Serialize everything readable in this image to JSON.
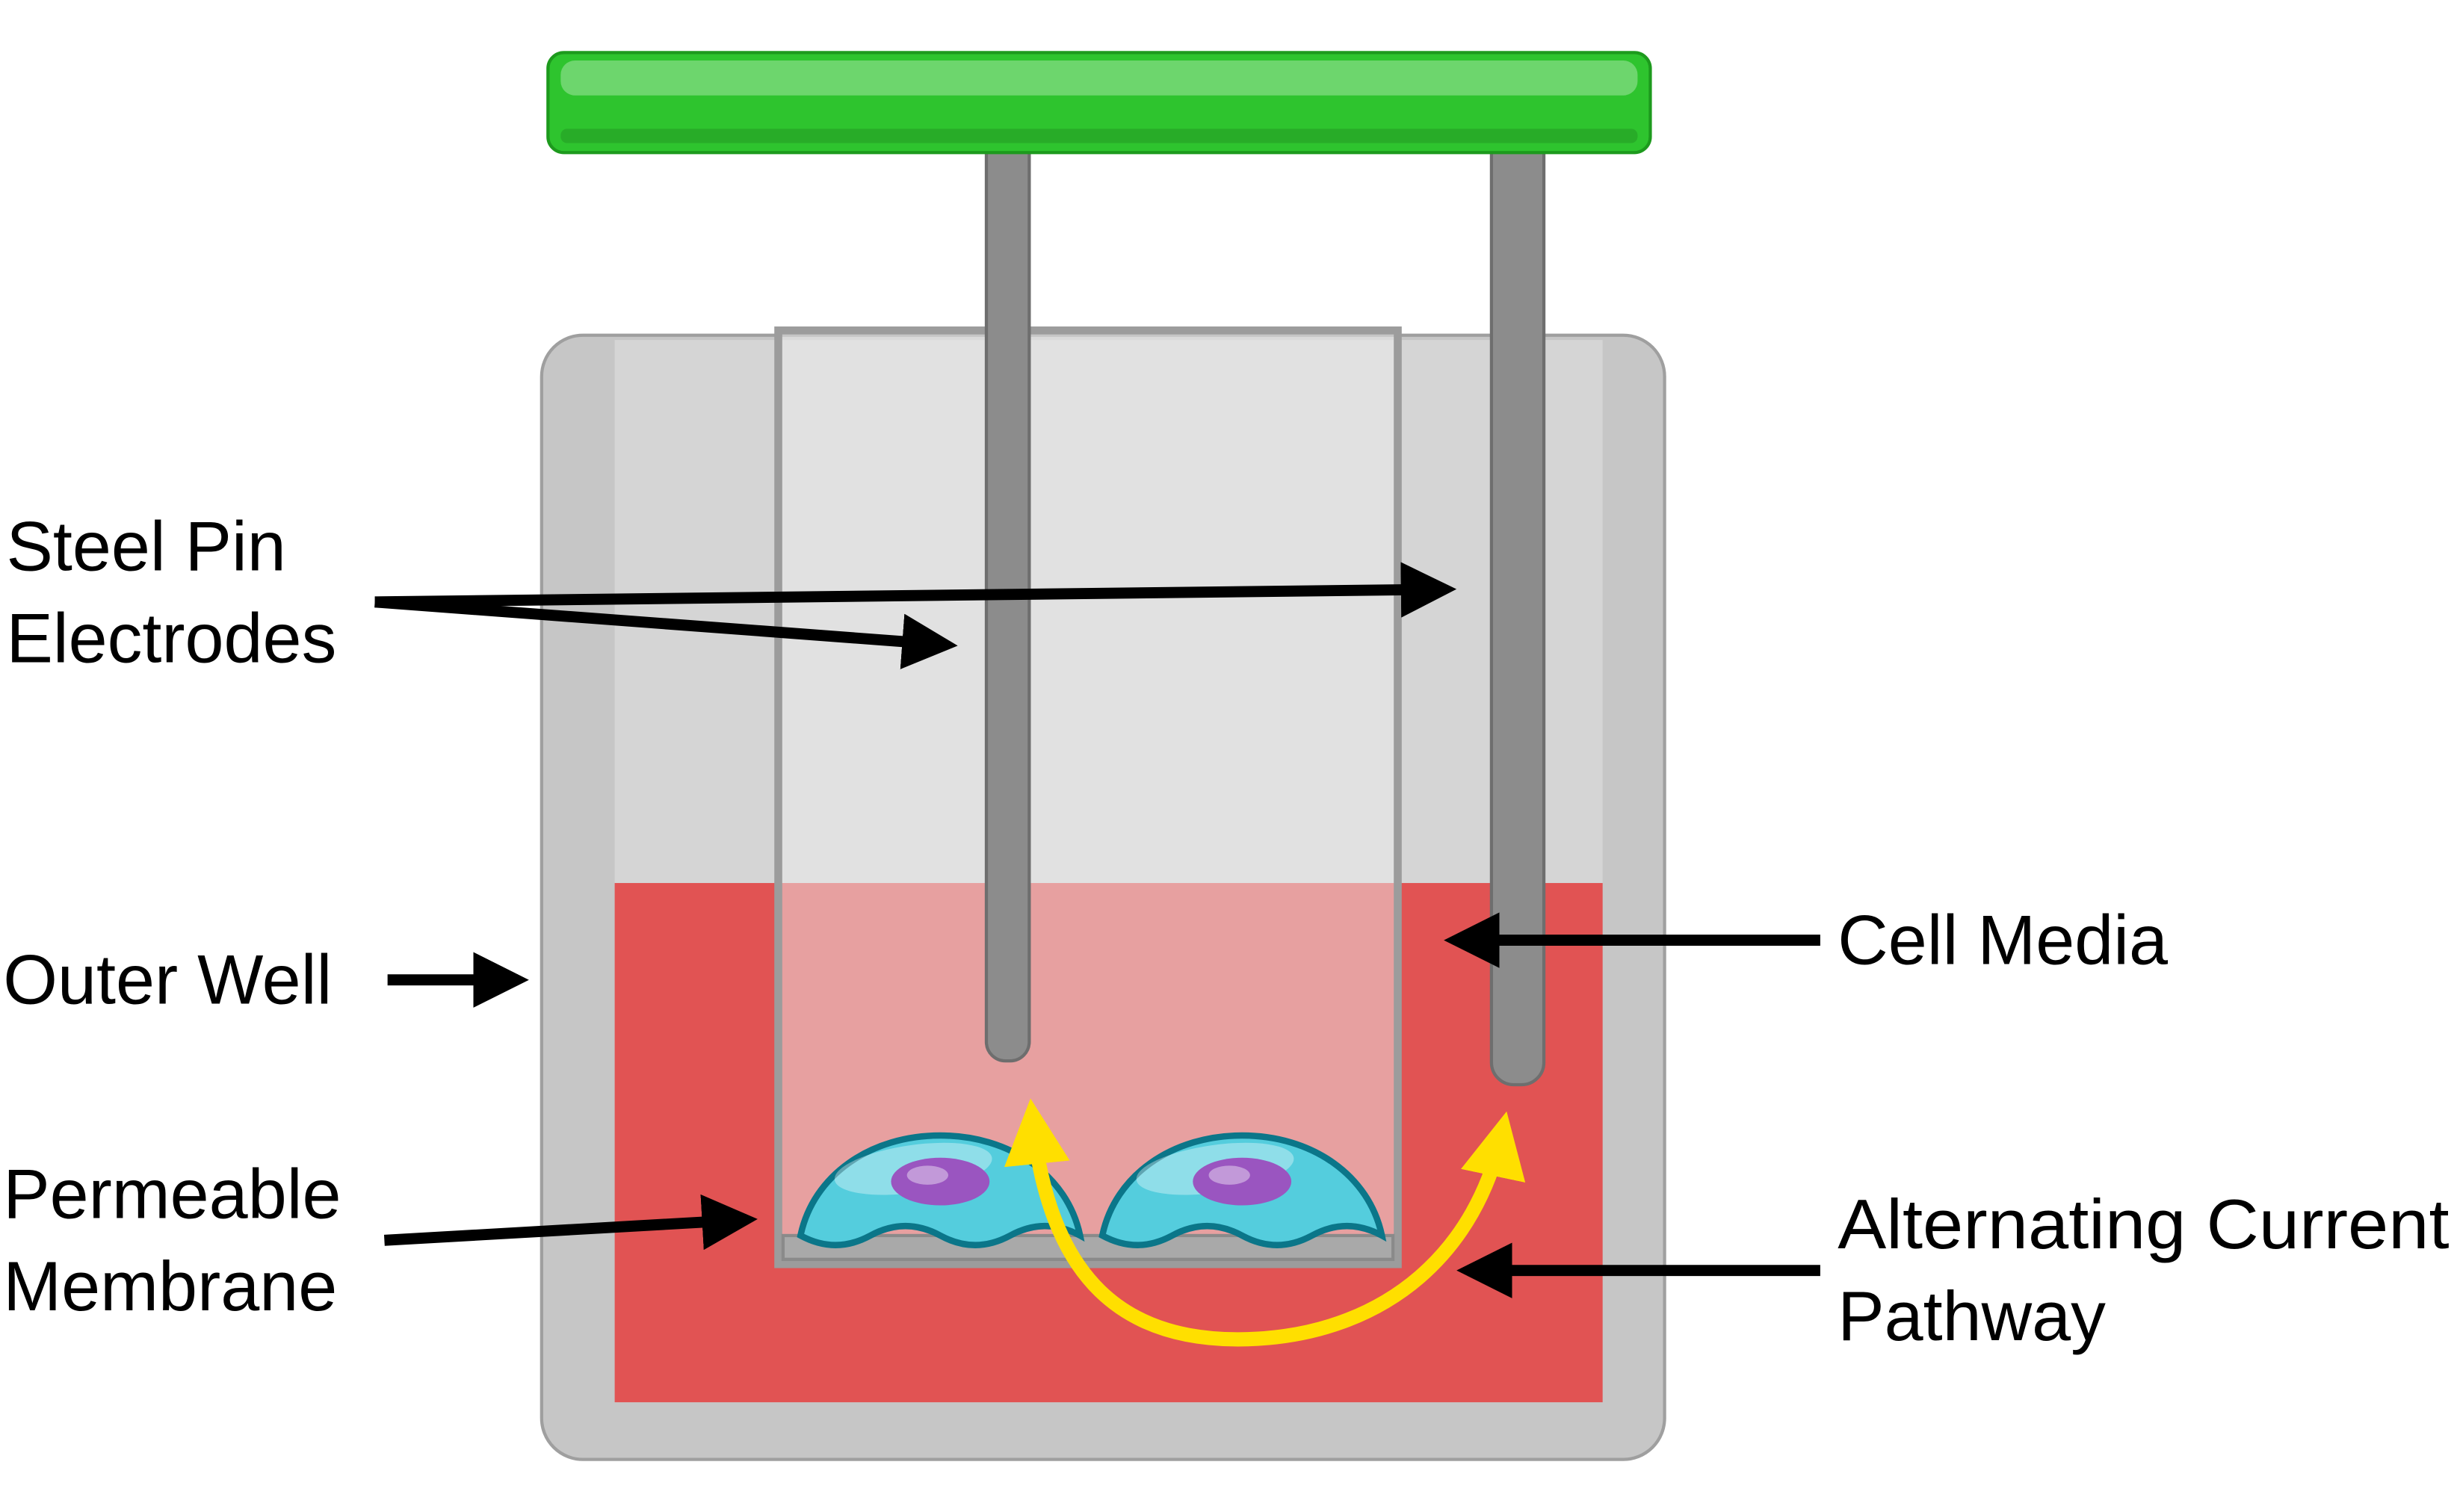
{
  "diagram": {
    "labels": {
      "steel_pin": {
        "line1": "Steel Pin",
        "line2": "Electrodes"
      },
      "outer_well": {
        "text": "Outer Well"
      },
      "permeable_membrane": {
        "line1": "Permeable",
        "line2": "Membrane"
      },
      "cell_media": {
        "text": "Cell Media"
      },
      "ac_pathway": {
        "line1": "Alternating Current",
        "line2": "Pathway"
      }
    },
    "colors": {
      "background": "#ffffff",
      "holder_green": "#2ec42e",
      "electrode_gray": "#8c8c8c",
      "well_body_gray": "#c6c6c6",
      "well_interior_gray": "#d5d5d5",
      "insert_glass": "#ededed",
      "membrane_gray": "#a9a9a9",
      "media_red": "#e15353",
      "cell_teal": "#54cddd",
      "cell_outline": "#0b7689",
      "nucleus_purple": "#9a55c0",
      "current_yellow": "#ffdf00",
      "annotation_black": "#000000"
    }
  }
}
